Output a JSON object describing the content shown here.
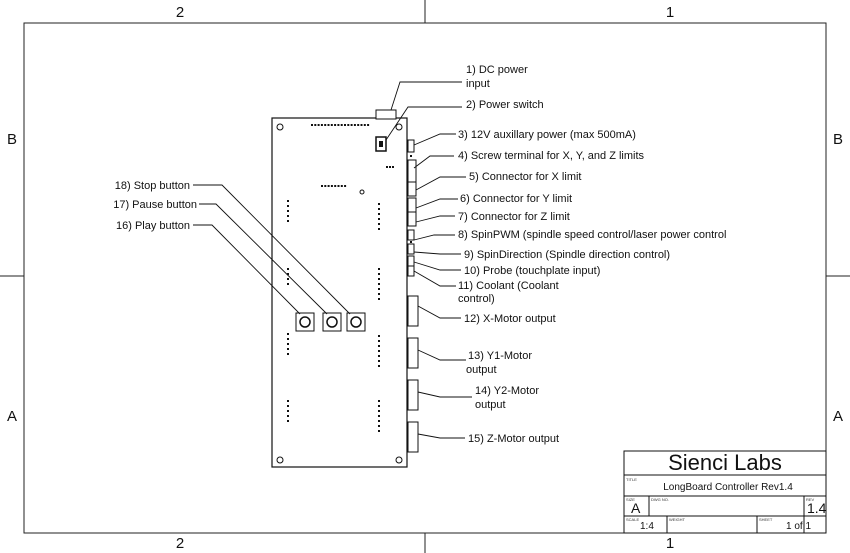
{
  "zones": {
    "top_left": "2",
    "top_right": "1",
    "bottom_left": "2",
    "bottom_right": "1",
    "left_upper": "B",
    "left_lower": "A",
    "right_upper": "B",
    "right_lower": "A"
  },
  "callouts_right": [
    {
      "line1": "1) DC power",
      "line2": "input"
    },
    {
      "line1": "2) Power switch"
    },
    {
      "line1": "3) 12V auxillary power (max 500mA)"
    },
    {
      "line1": "4) Screw terminal for X, Y, and Z limits"
    },
    {
      "line1": "5) Connector for X limit"
    },
    {
      "line1": "6) Connector for Y limit"
    },
    {
      "line1": "7) Connector for Z limit"
    },
    {
      "line1": "8) SpinPWM (spindle speed control/laser power control"
    },
    {
      "line1": "9) SpinDirection (Spindle direction control)"
    },
    {
      "line1": "10) Probe (touchplate input)"
    },
    {
      "line1": "11) Coolant (Coolant",
      "line2": "control)"
    },
    {
      "line1": "12) X-Motor output"
    },
    {
      "line1": "13) Y1-Motor",
      "line2": "output"
    },
    {
      "line1": "14) Y2-Motor",
      "line2": "output"
    },
    {
      "line1": "15) Z-Motor output"
    }
  ],
  "callouts_left": [
    {
      "line1": "18) Stop button"
    },
    {
      "line1": "17) Pause button"
    },
    {
      "line1": "16) Play button"
    }
  ],
  "title_block": {
    "company": "Sienci Labs",
    "title_caption": "TITLE",
    "title": "LongBoard Controller Rev1.4",
    "size_caption": "SIZE",
    "size": "A",
    "dwg_caption": "DWG NO.",
    "rev_caption": "REV",
    "rev": "1.4",
    "scale_caption": "SCALE",
    "scale": "1:4",
    "weight_caption": "WEIGHT",
    "sheet_caption": "SHEET",
    "sheet": "1 of 1"
  }
}
